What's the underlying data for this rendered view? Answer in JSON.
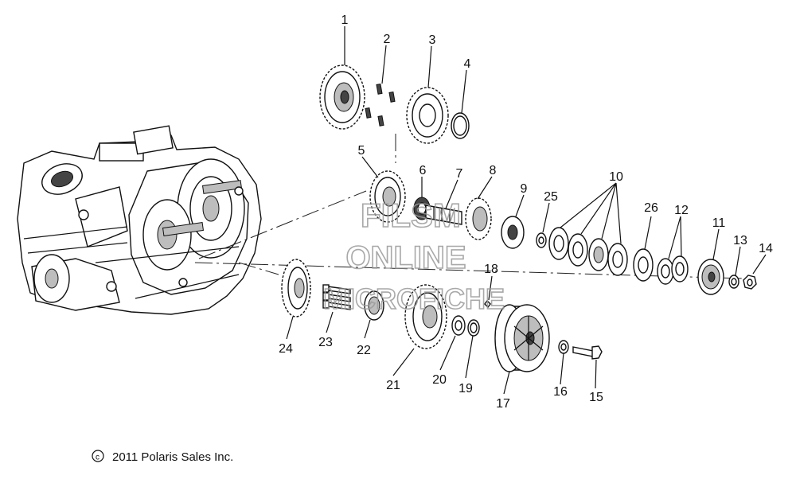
{
  "callouts": [
    "1",
    "2",
    "3",
    "4",
    "5",
    "6",
    "7",
    "8",
    "9",
    "10",
    "11",
    "12",
    "13",
    "14",
    "15",
    "16",
    "17",
    "18",
    "19",
    "20",
    "21",
    "22",
    "23",
    "24",
    "25",
    "26"
  ],
  "copyright": "2011 Polaris Sales Inc.",
  "watermark": {
    "line1": "FILSM",
    "line2": "ONLINE",
    "line3": "MICROFICHE"
  }
}
